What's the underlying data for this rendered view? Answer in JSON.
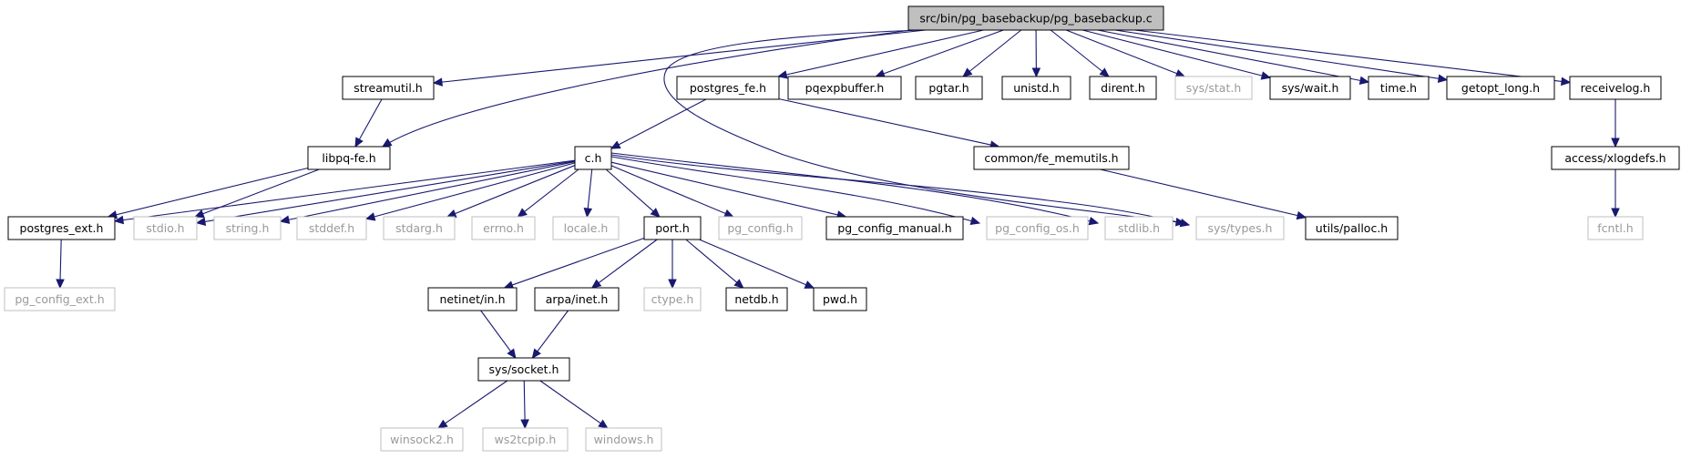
{
  "nodes": {
    "root": "src/bin/pg_basebackup/pg_basebackup.c",
    "streamutil": "streamutil.h",
    "postgres_fe": "postgres_fe.h",
    "pqexpbuffer": "pqexpbuffer.h",
    "pgtar": "pgtar.h",
    "unistd": "unistd.h",
    "dirent": "dirent.h",
    "sys_stat": "sys/stat.h",
    "sys_wait": "sys/wait.h",
    "time": "time.h",
    "getopt_long": "getopt_long.h",
    "receivelog": "receivelog.h",
    "libpq_fe": "libpq-fe.h",
    "c_h": "c.h",
    "common_fe_memutils": "common/fe_memutils.h",
    "access_xlogdefs": "access/xlogdefs.h",
    "postgres_ext": "postgres_ext.h",
    "stdio": "stdio.h",
    "string": "string.h",
    "stddef": "stddef.h",
    "stdarg": "stdarg.h",
    "errno": "errno.h",
    "locale": "locale.h",
    "port": "port.h",
    "pg_config": "pg_config.h",
    "pg_config_manual": "pg_config_manual.h",
    "pg_config_os": "pg_config_os.h",
    "stdlib": "stdlib.h",
    "sys_types": "sys/types.h",
    "utils_palloc": "utils/palloc.h",
    "fcntl": "fcntl.h",
    "pg_config_ext": "pg_config_ext.h",
    "netinet_in": "netinet/in.h",
    "arpa_inet": "arpa/inet.h",
    "ctype": "ctype.h",
    "netdb": "netdb.h",
    "pwd": "pwd.h",
    "sys_socket": "sys/socket.h",
    "winsock2": "winsock2.h",
    "ws2tcpip": "ws2tcpip.h",
    "windows": "windows.h"
  },
  "missing_nodes": [
    "sys_stat",
    "stdio",
    "string",
    "stddef",
    "stdarg",
    "errno",
    "locale",
    "pg_config",
    "pg_config_os",
    "stdlib",
    "sys_types",
    "fcntl",
    "pg_config_ext",
    "ctype",
    "winsock2",
    "ws2tcpip",
    "windows"
  ],
  "edges": [
    [
      "root",
      "streamutil"
    ],
    [
      "root",
      "libpq_fe"
    ],
    [
      "root",
      "postgres_fe"
    ],
    [
      "root",
      "pqexpbuffer"
    ],
    [
      "root",
      "pgtar"
    ],
    [
      "root",
      "unistd"
    ],
    [
      "root",
      "dirent"
    ],
    [
      "root",
      "sys_stat"
    ],
    [
      "root",
      "sys_wait"
    ],
    [
      "root",
      "time"
    ],
    [
      "root",
      "getopt_long"
    ],
    [
      "root",
      "receivelog"
    ],
    [
      "root",
      "sys_types"
    ],
    [
      "streamutil",
      "libpq_fe"
    ],
    [
      "postgres_fe",
      "c_h"
    ],
    [
      "postgres_fe",
      "common_fe_memutils"
    ],
    [
      "receivelog",
      "access_xlogdefs"
    ],
    [
      "libpq_fe",
      "postgres_ext"
    ],
    [
      "libpq_fe",
      "stdio"
    ],
    [
      "c_h",
      "postgres_ext"
    ],
    [
      "c_h",
      "stdio"
    ],
    [
      "c_h",
      "string"
    ],
    [
      "c_h",
      "stddef"
    ],
    [
      "c_h",
      "stdarg"
    ],
    [
      "c_h",
      "errno"
    ],
    [
      "c_h",
      "locale"
    ],
    [
      "c_h",
      "port"
    ],
    [
      "c_h",
      "pg_config"
    ],
    [
      "c_h",
      "pg_config_manual"
    ],
    [
      "c_h",
      "pg_config_os"
    ],
    [
      "c_h",
      "stdlib"
    ],
    [
      "c_h",
      "sys_types"
    ],
    [
      "common_fe_memutils",
      "utils_palloc"
    ],
    [
      "access_xlogdefs",
      "fcntl"
    ],
    [
      "postgres_ext",
      "pg_config_ext"
    ],
    [
      "port",
      "netinet_in"
    ],
    [
      "port",
      "arpa_inet"
    ],
    [
      "port",
      "ctype"
    ],
    [
      "port",
      "netdb"
    ],
    [
      "port",
      "pwd"
    ],
    [
      "netinet_in",
      "sys_socket"
    ],
    [
      "arpa_inet",
      "sys_socket"
    ],
    [
      "sys_socket",
      "winsock2"
    ],
    [
      "sys_socket",
      "ws2tcpip"
    ],
    [
      "sys_socket",
      "windows"
    ]
  ]
}
